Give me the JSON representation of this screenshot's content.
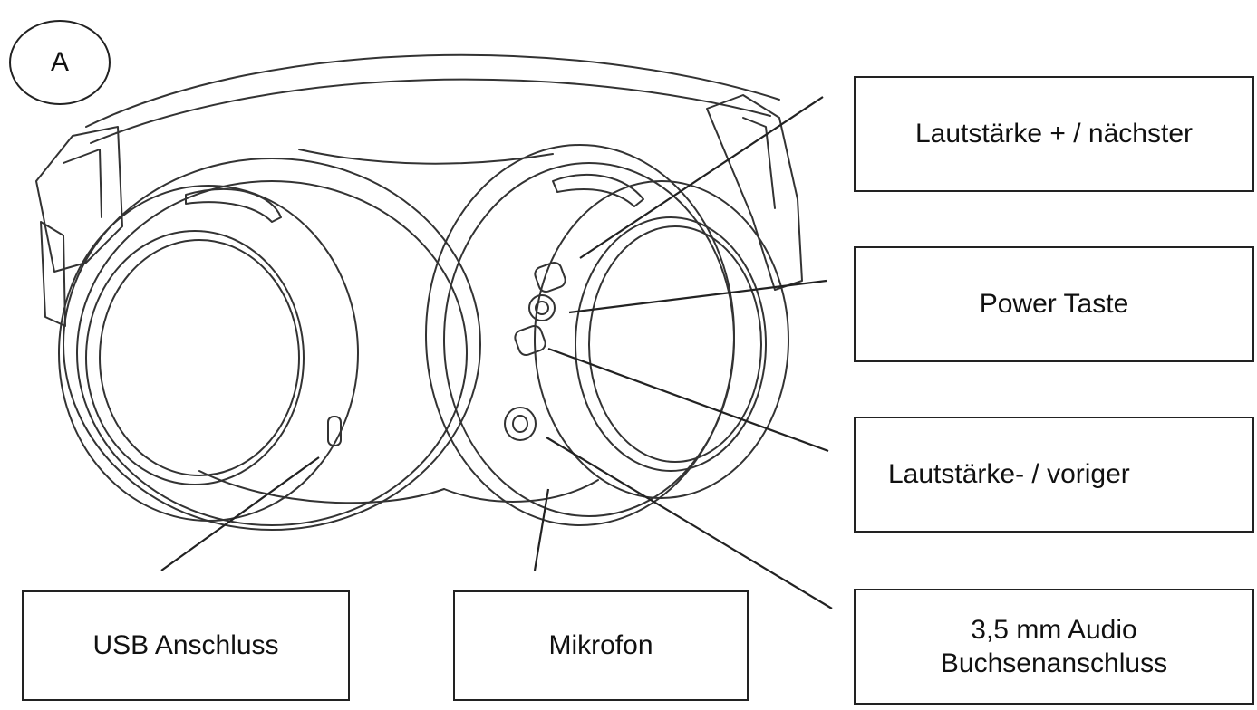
{
  "figure_letter": "A",
  "labels": {
    "volume_up": "Lautstärke + / nächster",
    "power": "Power Taste",
    "volume_down": "Lautstärke- / voriger",
    "audio_jack_line1": "3,5 mm Audio",
    "audio_jack_line2": "Buchsenanschluss",
    "usb": "USB Anschluss",
    "microphone": "Mikrofon"
  }
}
